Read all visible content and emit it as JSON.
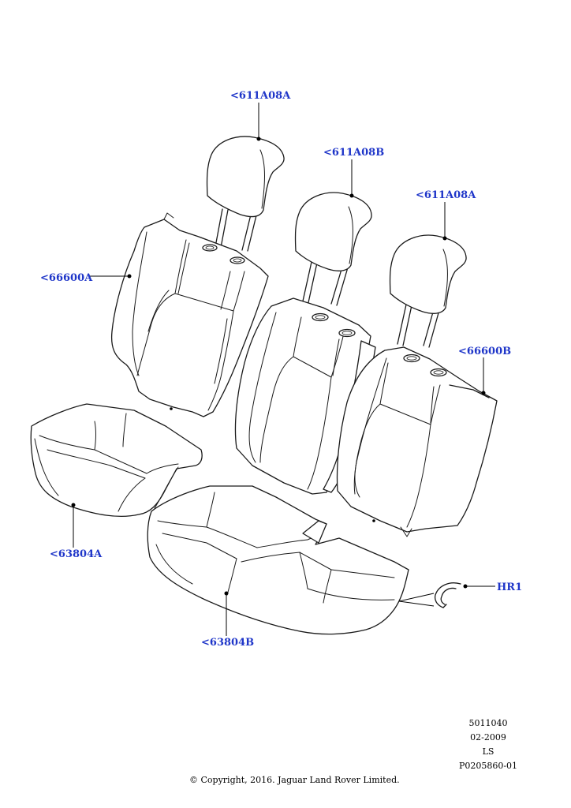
{
  "colors": {
    "callout": "#1f36c9",
    "line": "#1a1a1a",
    "text": "#000000"
  },
  "callouts": {
    "headrest_left": "<611A08A",
    "headrest_center": "<611A08B",
    "headrest_right": "<611A08A",
    "backrest_left": "<66600A",
    "backrest_right": "<66600B",
    "cushion_left": "<63804A",
    "cushion_right": "<63804B",
    "hog_ring": "HR1"
  },
  "info_block": {
    "line1": "5011040",
    "line2": "02-2009",
    "line3": "LS",
    "line4": "P0205860-01"
  },
  "copyright": "© Copyright, 2016. Jaguar Land Rover Limited."
}
